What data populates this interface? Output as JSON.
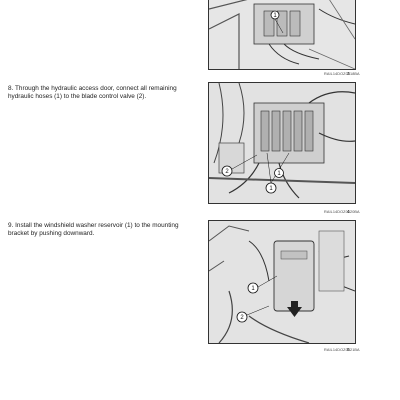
{
  "steps": [
    {
      "number": "8.",
      "text": "Through the hydraulic access door, connect all remaining hydraulic hoses (1) to the blade control valve (2)."
    },
    {
      "number": "9.",
      "text": "Install the windshield washer reservoir (1) to the mounting bracket by pushing downward."
    }
  ],
  "figures": [
    {
      "caption": "RAIL14DOZ0318BA",
      "number": "3",
      "callouts": [
        "1"
      ]
    },
    {
      "caption": "RAIL14DOZ0320BA",
      "number": "4",
      "callouts": [
        "2",
        "1",
        "1"
      ]
    },
    {
      "caption": "RAIL14DOZ0321BA",
      "number": "5",
      "callouts": [
        "1",
        "2"
      ]
    }
  ]
}
